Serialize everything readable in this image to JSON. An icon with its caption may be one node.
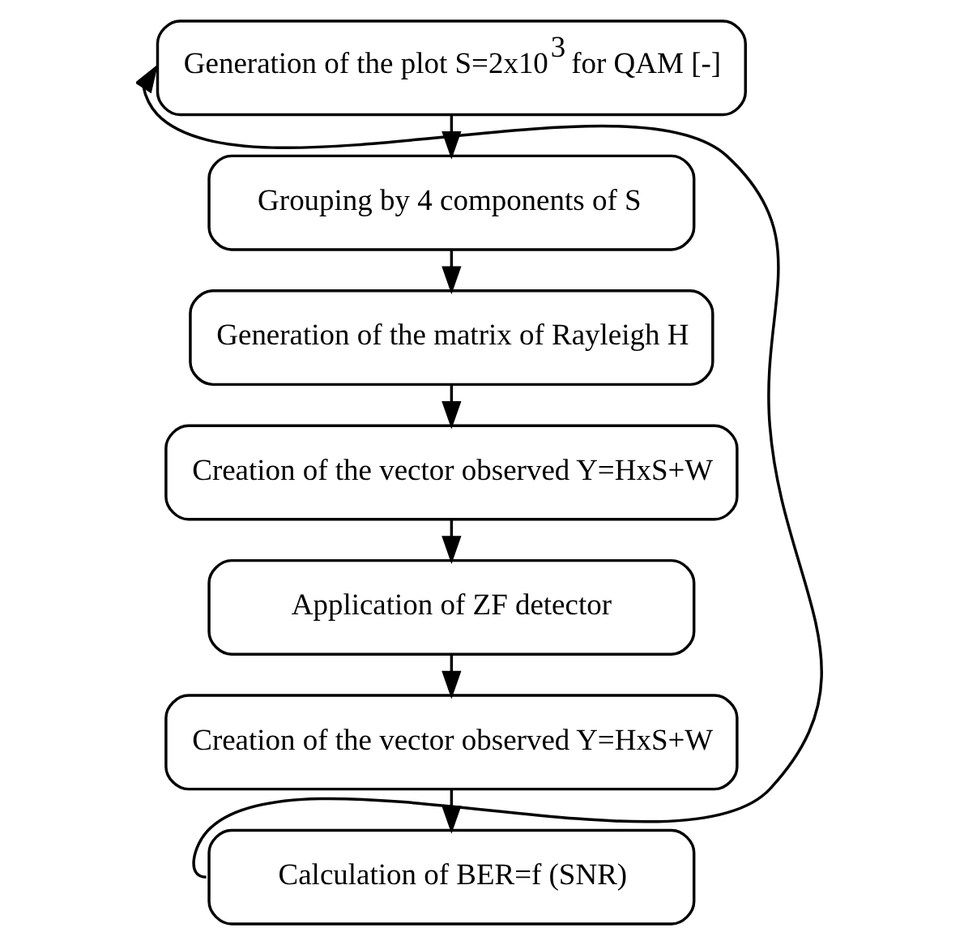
{
  "diagram": {
    "nodes": [
      {
        "text": [
          "Generation of the plot S=2x10$^{3}$ for QAM [-]"
        ]
      },
      {
        "text": [
          "Grouping by 4 components of S"
        ]
      },
      {
        "text": [
          "Generation of the matrix of Rayleigh H"
        ]
      },
      {
        "text": [
          "Creation of the vector observed Y=HxS+W"
        ]
      },
      {
        "text": [
          "Application of ZF detector"
        ]
      },
      {
        "text": [
          "Creation of the vector observed Y=HxS+W"
        ]
      },
      {
        "text": [
          "Calculation of BER=f (SNR)"
        ]
      }
    ],
    "edges": [
      {
        "from": 0,
        "to": 1,
        "arrow": "to"
      },
      {
        "from": 1,
        "to": 2,
        "arrow": "to"
      },
      {
        "from": 2,
        "to": 3,
        "arrow": "to"
      },
      {
        "from": 3,
        "to": 4,
        "arrow": "to"
      },
      {
        "from": 4,
        "to": 5,
        "arrow": "to"
      },
      {
        "from": 5,
        "to": 6,
        "arrow": "to"
      },
      {
        "from": 6,
        "to": 0,
        "arrow": "to"
      }
    ]
  }
}
